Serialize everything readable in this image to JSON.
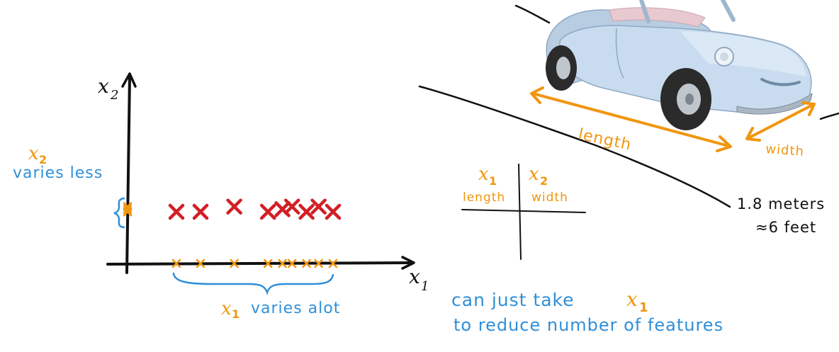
{
  "colors": {
    "ink": "#111111",
    "orange": "#f0960f",
    "blue": "#2f8fd8",
    "red": "#d21f26",
    "car_body": "#c9dcef",
    "car_shade": "#9fbad6"
  },
  "scatter": {
    "x_axis_label": "x",
    "x_axis_subscript": "1",
    "y_axis_label": "x",
    "y_axis_subscript": "2",
    "x2_label_var": "x",
    "x2_label_sub": "2",
    "x2_label_text": "varies less",
    "x1_label_var": "x",
    "x1_label_sub": "1",
    "x1_label_text": "varies alot"
  },
  "chart_data": {
    "type": "scatter",
    "xlabel": "x1",
    "ylabel": "x2",
    "points": [
      {
        "x": 1.0,
        "y": 1.0
      },
      {
        "x": 1.5,
        "y": 1.0
      },
      {
        "x": 2.2,
        "y": 1.1
      },
      {
        "x": 2.9,
        "y": 1.0
      },
      {
        "x": 3.2,
        "y": 1.05
      },
      {
        "x": 3.4,
        "y": 1.1
      },
      {
        "x": 3.7,
        "y": 1.0
      },
      {
        "x": 3.95,
        "y": 1.1
      },
      {
        "x": 4.25,
        "y": 1.0
      }
    ]
  },
  "table": {
    "col1_var": "x",
    "col1_sub": "1",
    "col1_name": "length",
    "col2_var": "x",
    "col2_sub": "2",
    "col2_name": "width"
  },
  "car": {
    "length_label": "length",
    "width_label": "width",
    "measure_line1": "1.8 meters",
    "measure_line2": "≈6 feet"
  },
  "conclusion": {
    "line1_prefix": "can just take",
    "line1_var": "x",
    "line1_sub": "1",
    "line2": "to reduce number of features"
  }
}
